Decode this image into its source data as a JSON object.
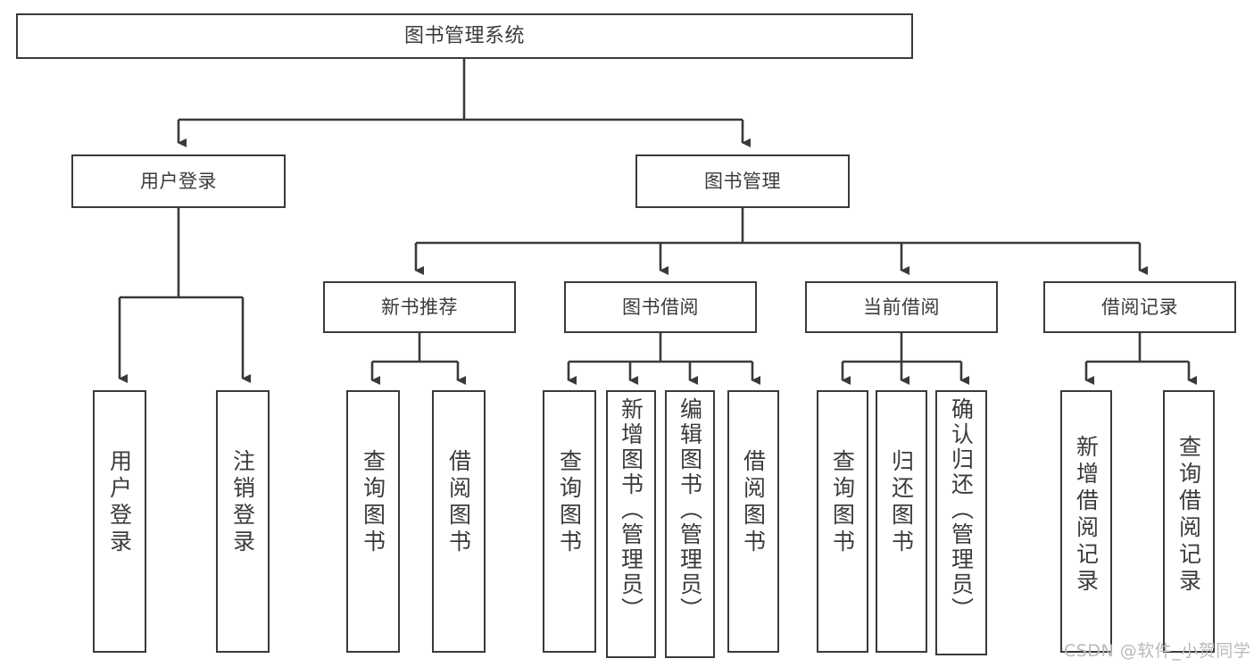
{
  "diagram": {
    "title": "图书管理系统",
    "type": "tree",
    "stroke_color": "#3a3a3a",
    "text_color": "#3b3b3b",
    "background": "#ffffff"
  },
  "nodes": {
    "root": {
      "label": "图书管理系统"
    },
    "level2": [
      {
        "id": "user-login",
        "label": "用户登录"
      },
      {
        "id": "book-manage",
        "label": "图书管理"
      }
    ],
    "level3": [
      {
        "id": "new-book-recommend",
        "label": "新书推荐"
      },
      {
        "id": "book-borrow",
        "label": "图书借阅"
      },
      {
        "id": "current-borrow",
        "label": "当前借阅"
      },
      {
        "id": "borrow-record",
        "label": "借阅记录"
      }
    ],
    "leaves": {
      "user_login": [
        {
          "id": "leaf-user-login",
          "label": "用户登录"
        },
        {
          "id": "leaf-user-logout",
          "label": "注销登录"
        }
      ],
      "new_book_recommend": [
        {
          "id": "leaf-query-book-1",
          "label": "查询图书"
        },
        {
          "id": "leaf-borrow-book-1",
          "label": "借阅图书"
        }
      ],
      "book_borrow": [
        {
          "id": "leaf-query-book-2",
          "label": "查询图书"
        },
        {
          "id": "leaf-add-book-admin",
          "label": "新增图书（管理员）"
        },
        {
          "id": "leaf-edit-book-admin",
          "label": "编辑图书（管理员）"
        },
        {
          "id": "leaf-borrow-book-2",
          "label": "借阅图书"
        }
      ],
      "current_borrow": [
        {
          "id": "leaf-query-book-3",
          "label": "查询图书"
        },
        {
          "id": "leaf-return-book",
          "label": "归还图书"
        },
        {
          "id": "leaf-confirm-return-admin",
          "label": "确认归还（管理员）"
        }
      ],
      "borrow_record": [
        {
          "id": "leaf-add-borrow-record",
          "label": "新增借阅记录"
        },
        {
          "id": "leaf-query-borrow-record",
          "label": "查询借阅记录"
        }
      ]
    }
  },
  "watermark": {
    "text": "CSDN @软件_小贺同学"
  }
}
